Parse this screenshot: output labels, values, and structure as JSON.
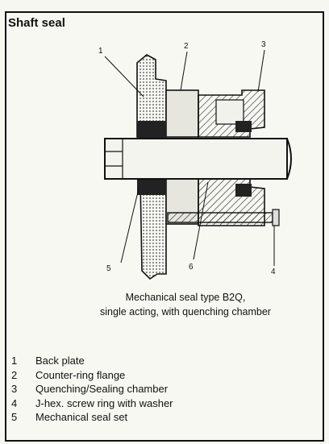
{
  "title": "Shaft seal",
  "callouts": [
    "1",
    "2",
    "3",
    "4",
    "5",
    "6"
  ],
  "caption": {
    "line1": "Mechanical seal type B2Q,",
    "line2": "single acting, with quenching chamber"
  },
  "legend": [
    {
      "num": "1",
      "label": "Back plate"
    },
    {
      "num": "2",
      "label": "Counter-ring flange"
    },
    {
      "num": "3",
      "label": "Quenching/Sealing chamber"
    },
    {
      "num": "4",
      "label": "J-hex. screw ring with washer"
    },
    {
      "num": "5",
      "label": "Mechanical seal set"
    }
  ]
}
